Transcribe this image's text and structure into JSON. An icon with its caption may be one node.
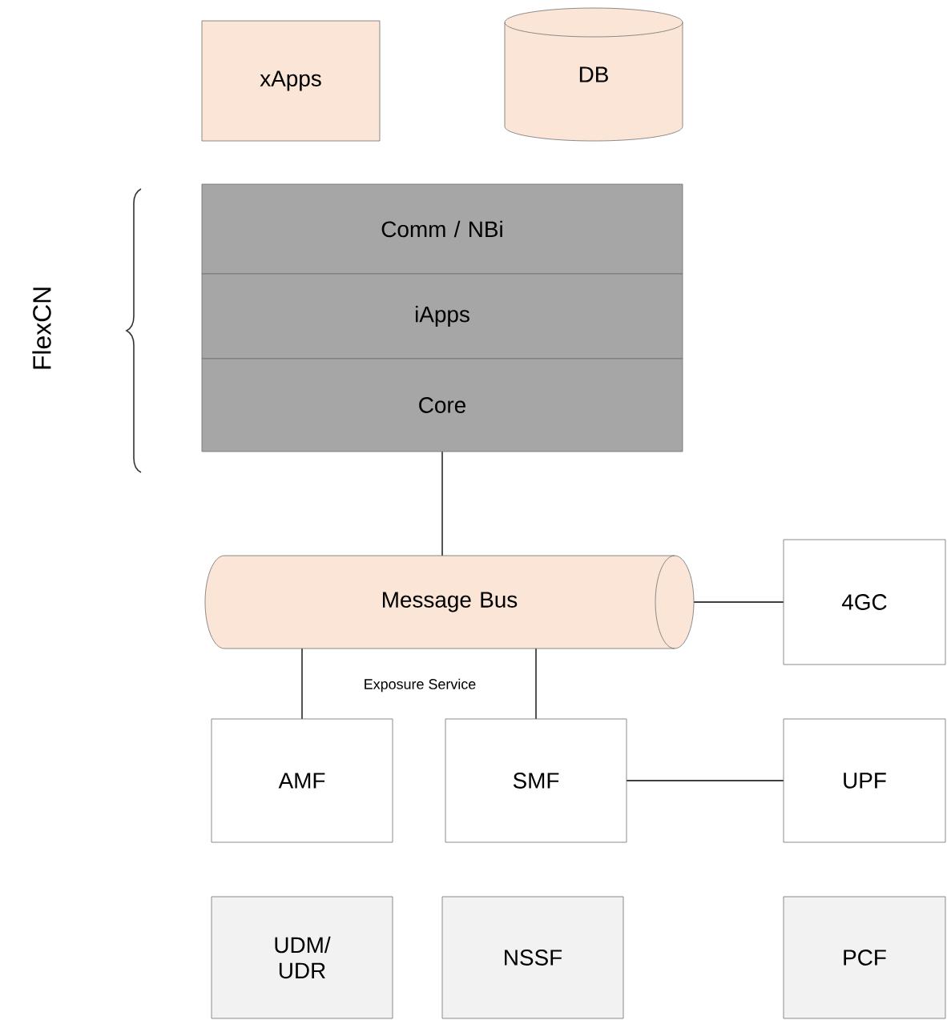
{
  "diagram": {
    "nodes": [
      {
        "text": [
          "xApps"
        ]
      },
      {
        "text": [
          "DB"
        ]
      },
      {
        "text": [
          "Comm / NBi"
        ]
      },
      {
        "text": [
          "iApps"
        ]
      },
      {
        "text": [
          "Core"
        ]
      },
      {
        "text": [
          "Message Bus"
        ]
      },
      {
        "text": [
          "4GC"
        ]
      },
      {
        "text": [
          "AMF"
        ]
      },
      {
        "text": [
          "SMF"
        ]
      },
      {
        "text": [
          "UPF"
        ]
      },
      {
        "text": [
          "UDM/ UDR"
        ]
      },
      {
        "text": [
          "NSSF"
        ]
      },
      {
        "text": [
          "PCF"
        ]
      }
    ],
    "edges": [
      {
        "from": 4,
        "to": 5,
        "arrow": "none"
      },
      {
        "from": 5,
        "to": 6,
        "arrow": "none"
      },
      {
        "from": 5,
        "to": 7,
        "arrow": "none"
      },
      {
        "from": 5,
        "to": 8,
        "arrow": "none"
      },
      {
        "from": 8,
        "to": 9,
        "arrow": "none"
      }
    ],
    "labels": [
      "FlexCN",
      "Exposure Service"
    ]
  }
}
